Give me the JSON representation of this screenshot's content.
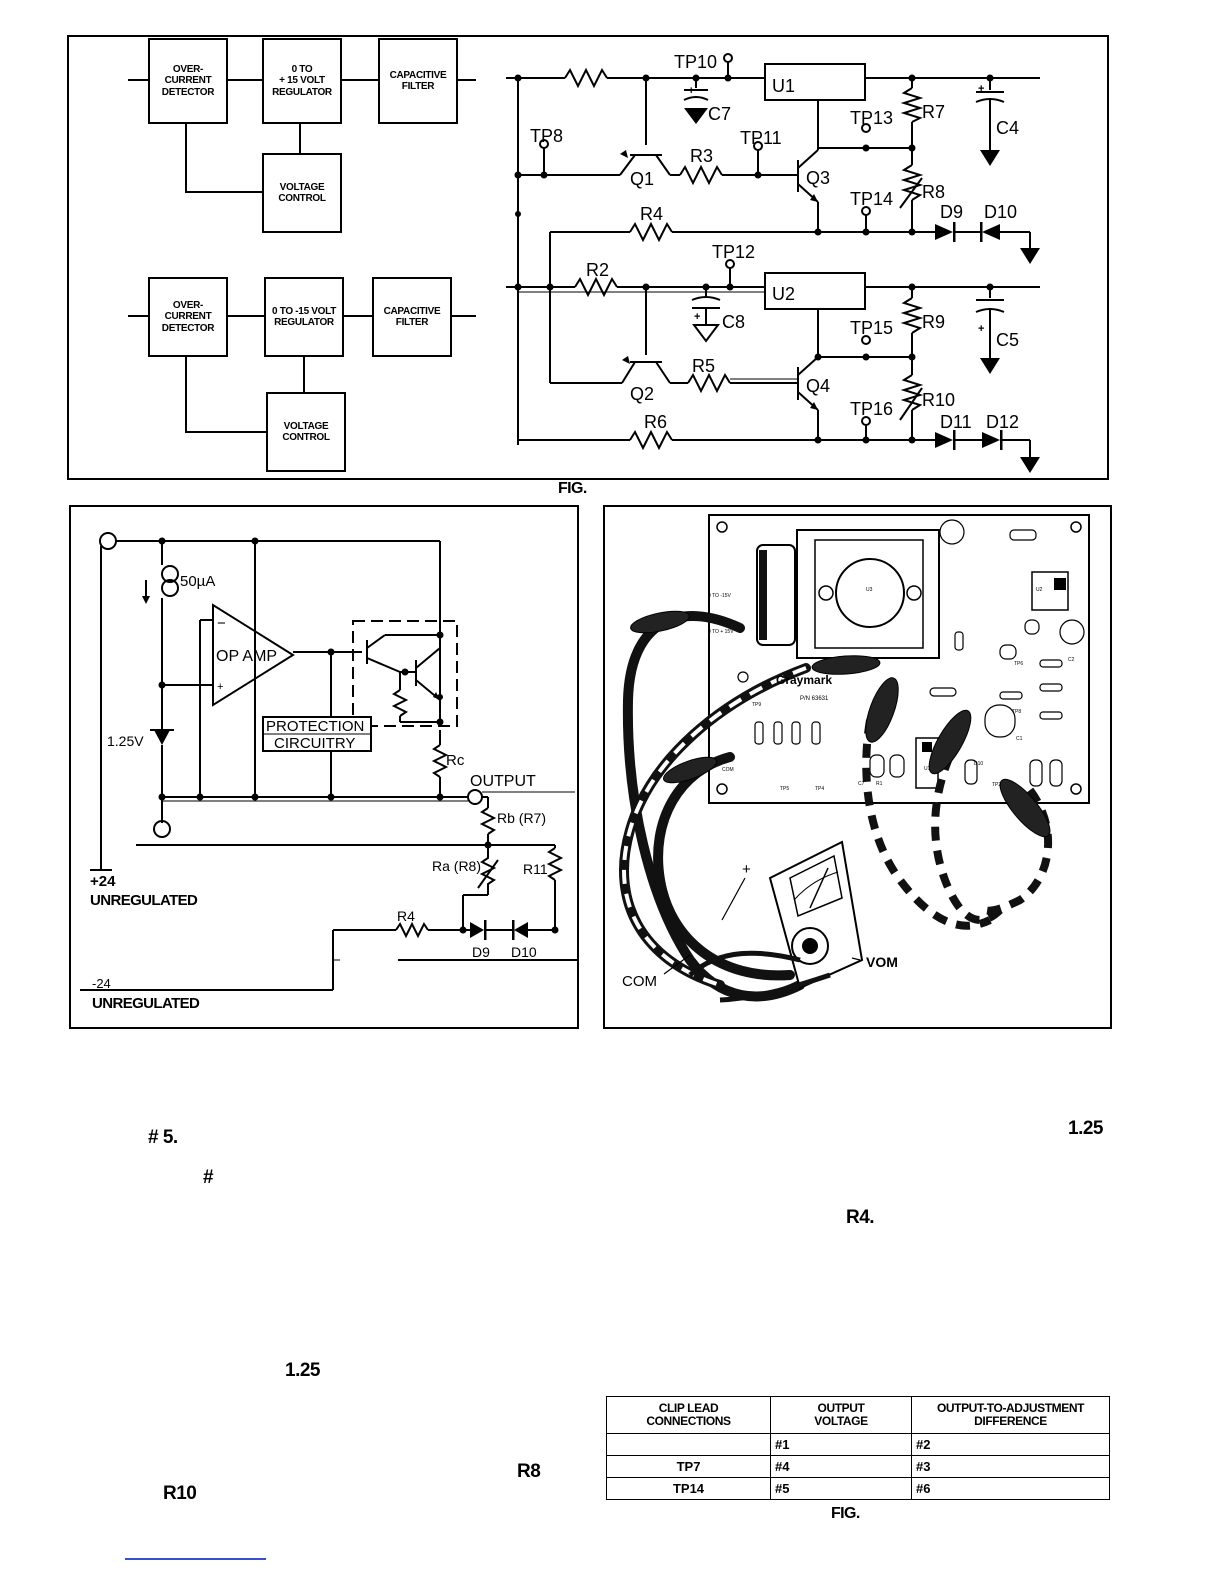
{
  "fig_top": {
    "blocks_pos": {
      "overcurrent": "OVER-\nCURRENT\nDETECTOR",
      "regulator": "0 TO\n+ 15 VOLT\nREGULATOR",
      "filter": "CAPACITIVE\nFILTER",
      "control": "VOLTAGE\nCONTROL"
    },
    "blocks_neg": {
      "overcurrent": "OVER-\nCURRENT\nDETECTOR",
      "regulator": "0 TO -15 VOLT\nREGULATOR",
      "filter": "CAPACITIVE\nFILTER",
      "control": "VOLTAGE\nCONTROL"
    },
    "schematic_labels": {
      "tp10": "TP10",
      "u1": "U1",
      "c7": "C7",
      "tp8": "TP8",
      "tp11": "TP11",
      "tp13": "TP13",
      "r7": "R7",
      "c4": "C4",
      "q1": "Q1",
      "r3": "R3",
      "q3": "Q3",
      "tp14": "TP14",
      "r8": "R8",
      "d9": "D9",
      "d10": "D10",
      "r4": "R4",
      "tp12": "TP12",
      "r2": "R2",
      "u2": "U2",
      "c8": "C8",
      "tp15": "TP15",
      "r9": "R9",
      "c5": "C5",
      "q2": "Q2",
      "r5": "R5",
      "q4": "Q4",
      "tp16": "TP16",
      "r10": "R10",
      "d11": "D11",
      "d12": "D12",
      "r6": "R6"
    },
    "caption": "FIG."
  },
  "fig_left": {
    "current": "50µA",
    "opamp": "OP AMP",
    "minus": "−",
    "plus": "+",
    "protection_line1": "PROTECTION",
    "protection_line2": "CIRCUITRY",
    "zener": "1.25V",
    "rc": "Rc",
    "output": "OUTPUT",
    "rb": "Rb (R7)",
    "ra": "Ra (R8)",
    "r11": "R11",
    "r4": "R4",
    "d9": "D9",
    "d10": "D10",
    "pos24": "+24",
    "pos24_label": "UNREGULATED",
    "neg24": "-24",
    "neg24_label": "UNREGULATED"
  },
  "fig_right": {
    "brand": "Graymark",
    "pn": "P/N 63631",
    "plus": "+",
    "com": "COM",
    "vom": "VOM",
    "board_labels": [
      "0 TO -15V",
      "0 TO + 15V",
      "COM",
      "TP9",
      "TP5",
      "TP4",
      "U3",
      "U2",
      "U1",
      "C7",
      "R1",
      "TP2",
      "TP6",
      "TP8",
      "C2",
      "C1",
      "D10"
    ]
  },
  "body_fragments": {
    "v125_top": "1.25",
    "hash5": "# 5.",
    "hash": "#",
    "r4": "R4.",
    "v125_mid": "1.25",
    "r8": "R8",
    "r10": "R10"
  },
  "table": {
    "headers": [
      "CLIP LEAD\nCONNECTIONS",
      "OUTPUT\nVOLTAGE",
      "OUTPUT-TO-ADJUSTMENT\nDIFFERENCE"
    ],
    "rows": [
      [
        "",
        "#1",
        "#2"
      ],
      [
        "TP7",
        "#4",
        "#3"
      ],
      [
        "TP14",
        "#5",
        "#6"
      ]
    ],
    "caption": "FIG."
  },
  "colors": {
    "ink": "#000000",
    "paper": "#ffffff",
    "footer_link": "#3a4fd0"
  }
}
